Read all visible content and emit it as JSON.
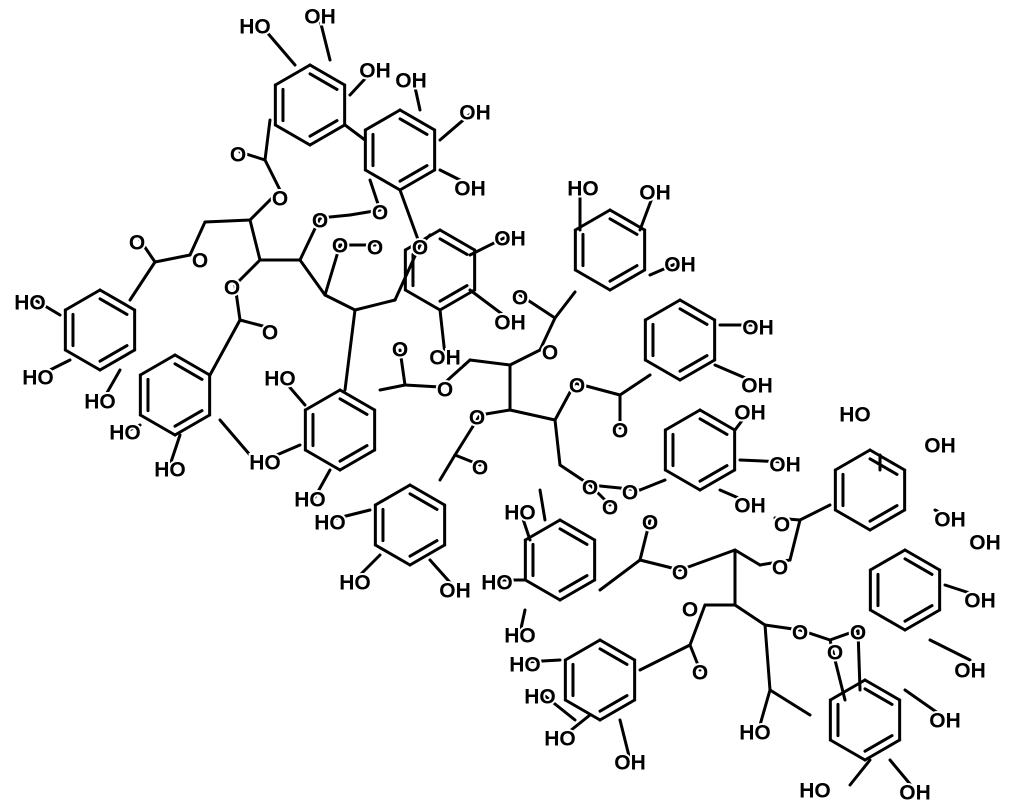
{
  "title": "Polyphenolic ellagitannin structure",
  "labels": [
    "HO",
    "OH",
    "OH",
    "OH",
    "OH",
    "O",
    "OH",
    "O",
    "O",
    "OH",
    "HO",
    "OH",
    "O",
    "O",
    "O",
    "O",
    "O",
    "O",
    "OH",
    "O",
    "HO",
    "O",
    "OH",
    "O",
    "OH",
    "O",
    "OH",
    "O",
    "O",
    "HO",
    "HO",
    "OH",
    "O",
    "HO",
    "OH",
    "HO",
    "O",
    "O",
    "HO",
    "OH",
    "HO",
    "HO",
    "HO",
    "OH",
    "O",
    "O",
    "O",
    "O",
    "HO",
    "HO",
    "OH",
    "O",
    "OH",
    "OH",
    "HO",
    "O",
    "O",
    "HO",
    "HO",
    "OH",
    "OH",
    "O",
    "O",
    "O",
    "O",
    "O",
    "HO",
    "HO",
    "O",
    "OH",
    "HO",
    "HO",
    "OH",
    "OH",
    "HO",
    "OH"
  ]
}
